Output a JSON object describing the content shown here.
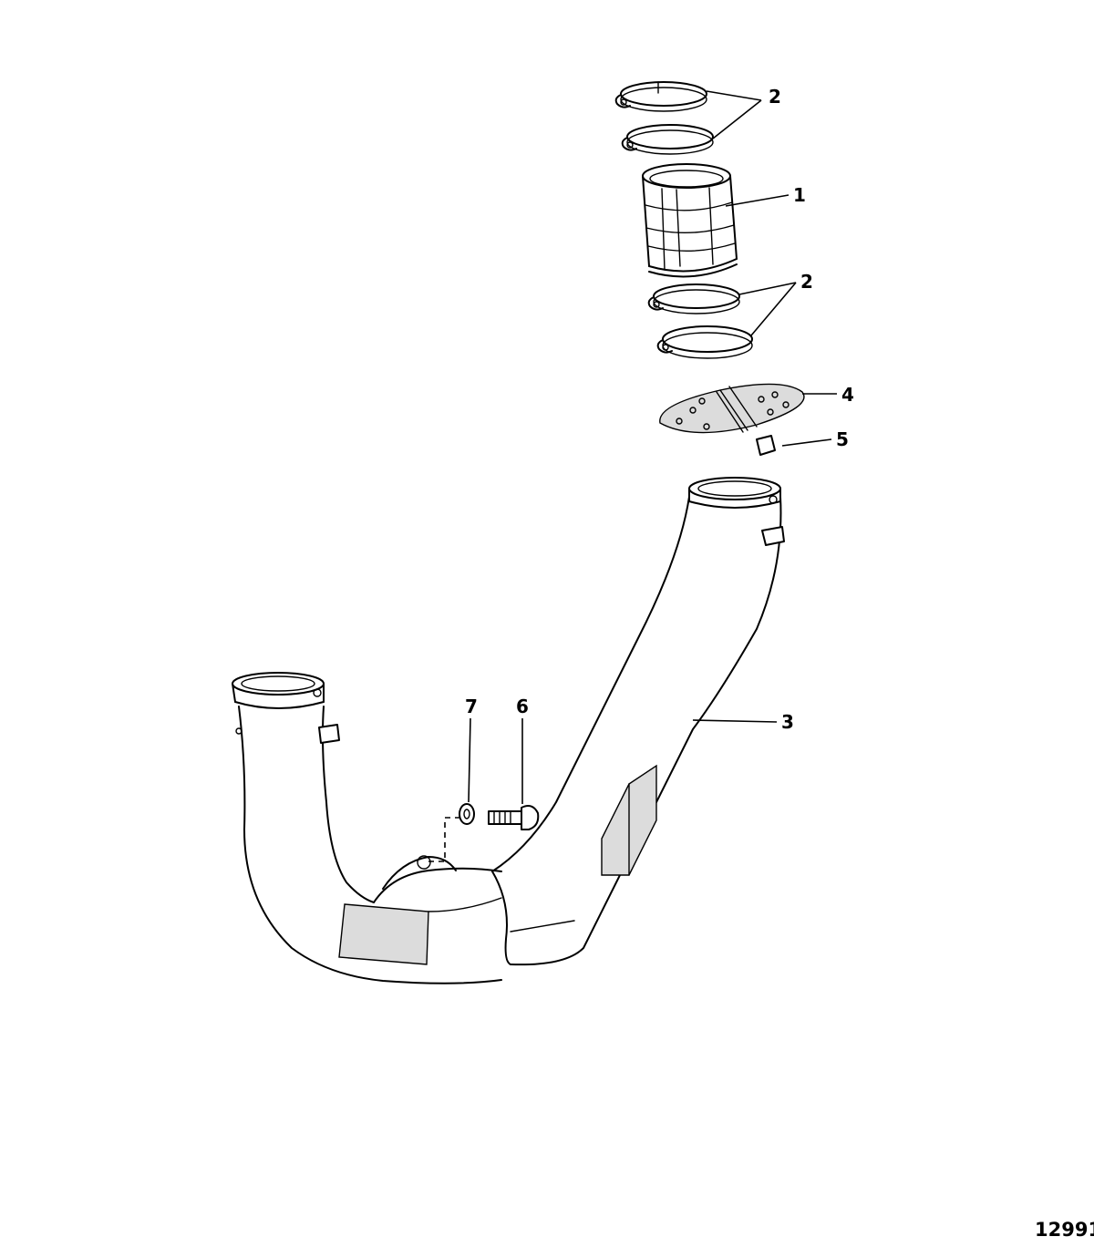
{
  "diagram": {
    "figure_number": "12991",
    "callouts": [
      {
        "id": "c1",
        "label": "1"
      },
      {
        "id": "c2a",
        "label": "2"
      },
      {
        "id": "c2b",
        "label": "2"
      },
      {
        "id": "c3",
        "label": "3"
      },
      {
        "id": "c4",
        "label": "4"
      },
      {
        "id": "c5",
        "label": "5"
      },
      {
        "id": "c6",
        "label": "6"
      },
      {
        "id": "c7",
        "label": "7"
      }
    ]
  }
}
